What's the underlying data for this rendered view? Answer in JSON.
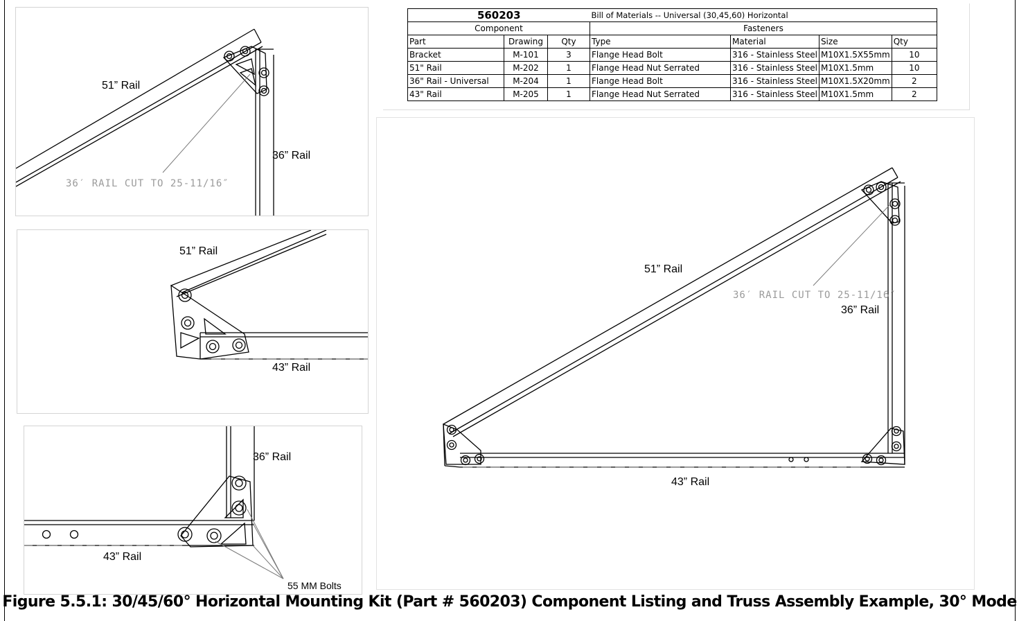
{
  "bom": {
    "part_number": "560203",
    "title": "Bill of Materials  -- Universal (30,45,60) Horizontal",
    "component_header": "Component",
    "fasteners_header": "Fasteners",
    "columns": [
      "Part",
      "Drawing",
      "Qty",
      "Type",
      "Material",
      "Size",
      "Qty"
    ],
    "rows": [
      [
        "Bracket",
        "M-101",
        "3",
        "Flange Head Bolt",
        "316 - Stainless Steel",
        "M10X1.5X55mm",
        "10"
      ],
      [
        "51\" Rail",
        "M-202",
        "1",
        "Flange Head Nut Serrated",
        "316 - Stainless Steel",
        "M10X1.5mm",
        "10"
      ],
      [
        "36\" Rail - Universal",
        "M-204",
        "1",
        "Flange Head Bolt",
        "316 - Stainless Steel",
        "M10X1.5X20mm",
        "2"
      ],
      [
        "43\" Rail",
        "M-205",
        "1",
        "Flange Head Nut Serrated",
        "316 - Stainless Steel",
        "M10X1.5mm",
        "2"
      ]
    ]
  },
  "labels": {
    "rail_51": "51” Rail",
    "rail_36": "36” Rail",
    "rail_43": "43” Rail",
    "cut_note": "36′ RAIL CUT TO 25-11/16″",
    "bolts": "55 MM Bolts"
  },
  "caption": "Figure 5.5.1: 30/45/60° Horizontal Mounting Kit (Part # 560203) Component Listing and Truss Assembly Example, 30° Mode"
}
